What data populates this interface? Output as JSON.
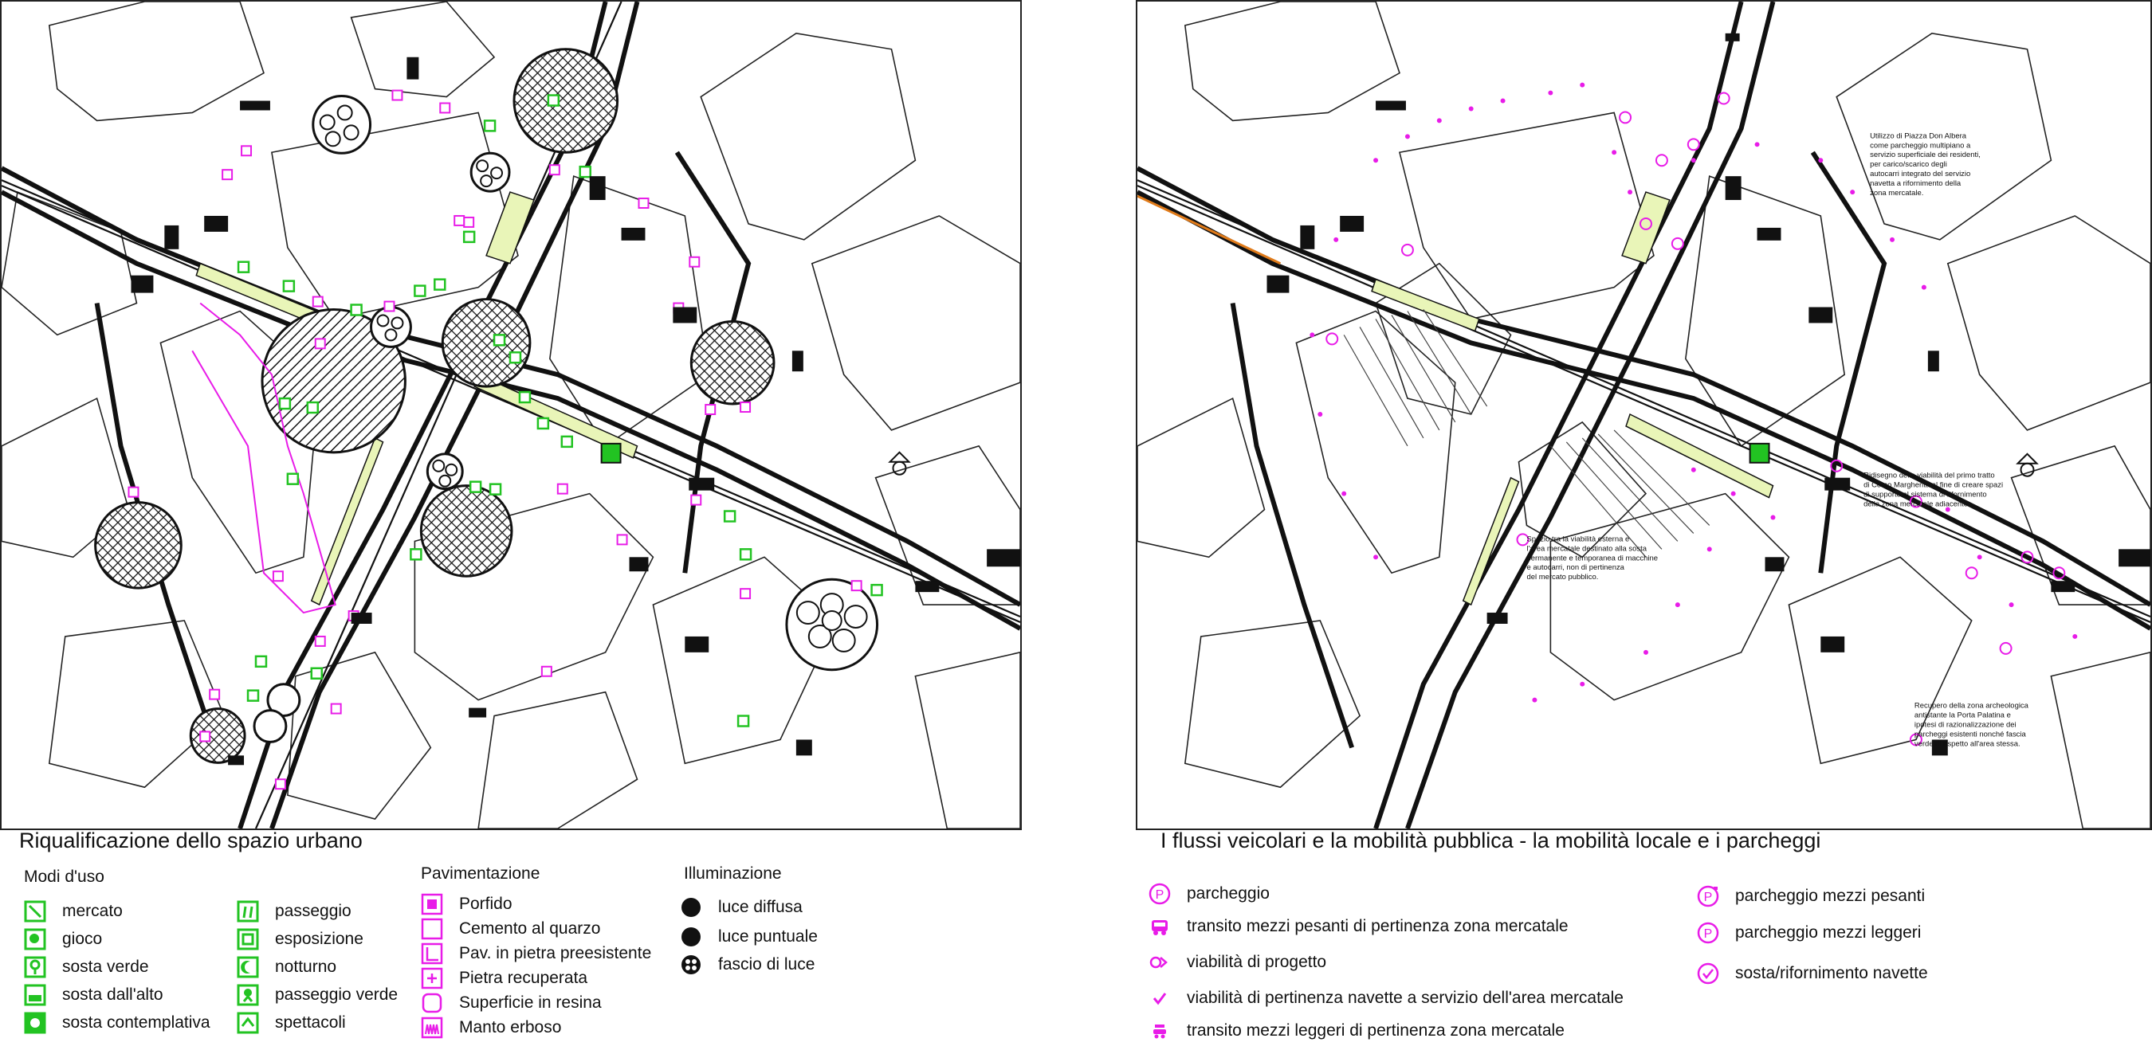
{
  "left_panel": {
    "title": "Riqualificazione dello spazio urbano",
    "modi_uso": {
      "heading": "Modi d'uso",
      "items": [
        {
          "label": "mercato",
          "icon": "market-icon"
        },
        {
          "label": "gioco",
          "icon": "play-icon"
        },
        {
          "label": "sosta verde",
          "icon": "green-rest-icon"
        },
        {
          "label": "sosta dall'alto",
          "icon": "elevated-rest-icon"
        },
        {
          "label": "sosta contemplativa",
          "icon": "contemplative-rest-icon"
        },
        {
          "label": "passeggio",
          "icon": "walk-icon"
        },
        {
          "label": "esposizione",
          "icon": "exhibition-icon"
        },
        {
          "label": "notturno",
          "icon": "night-icon"
        },
        {
          "label": "passeggio verde",
          "icon": "green-walk-icon"
        },
        {
          "label": "spettacoli",
          "icon": "show-icon"
        }
      ]
    },
    "pavimentazione": {
      "heading": "Pavimentazione",
      "items": [
        {
          "label": "Porfido"
        },
        {
          "label": "Cemento al quarzo"
        },
        {
          "label": "Pav. in pietra preesistente"
        },
        {
          "label": "Pietra recuperata"
        },
        {
          "label": "Superficie in resina"
        },
        {
          "label": "Manto erboso"
        }
      ]
    },
    "illuminazione": {
      "heading": "Illuminazione",
      "items": [
        {
          "label": "luce diffusa"
        },
        {
          "label": "luce puntuale"
        },
        {
          "label": "fascio di luce"
        }
      ]
    }
  },
  "right_panel": {
    "title": "I flussi veicolari e la mobilità pubblica - la mobilità locale e i parcheggi",
    "legend": [
      {
        "label": "parcheggio",
        "icon": "parking-icon"
      },
      {
        "label": "transito mezzi pesanti di pertinenza zona mercatale",
        "icon": "heavy-vehicle-icon"
      },
      {
        "label": "viabilità di progetto",
        "icon": "project-road-icon"
      },
      {
        "label": "viabilità di pertinenza navette a servizio dell'area mercatale",
        "icon": "shuttle-road-icon"
      },
      {
        "label": "transito mezzi leggeri di pertinenza zona mercatale",
        "icon": "light-vehicle-icon"
      },
      {
        "label": "parcheggio mezzi pesanti",
        "icon": "heavy-parking-icon"
      },
      {
        "label": "parcheggio mezzi leggeri",
        "icon": "light-parking-icon"
      },
      {
        "label": "sosta/rifornimento navette",
        "icon": "shuttle-stop-icon"
      }
    ],
    "notes": [
      [
        "Utilizzo di Piazza Don Albera",
        "come parcheggio multipiano a",
        "servizio superficiale dei residenti,",
        "per carico/scarico degli",
        "autocarri integrato del servizio",
        "navetta a rifornimento della",
        "zona mercatale."
      ],
      [
        "Ridisegno della viabilità del primo tratto",
        "di Corso Margherita al fine di creare spazi",
        "di supporto al sistema di rifornimento",
        "della zona mercatale adiacente."
      ],
      [
        "Spazio tra la viabilità esterna e",
        "l'area mercatale destinato alla sosta",
        "permanente e temporanea di macchine",
        "e autocarri, non di pertinenza",
        "del mercato pubblico."
      ],
      [
        "Recupero della zona archeologica",
        "antistante la Porta Palatina e",
        "ipotesi di razionalizzazione dei",
        "parcheggi esistenti nonché fascia",
        "verde di rispetto all'area stessa."
      ]
    ]
  },
  "colors": {
    "magenta": "#e81ce8",
    "green": "#22c322",
    "ink": "#111111",
    "pale_green": "#e9f5b8",
    "orange": "#e07b1a"
  }
}
